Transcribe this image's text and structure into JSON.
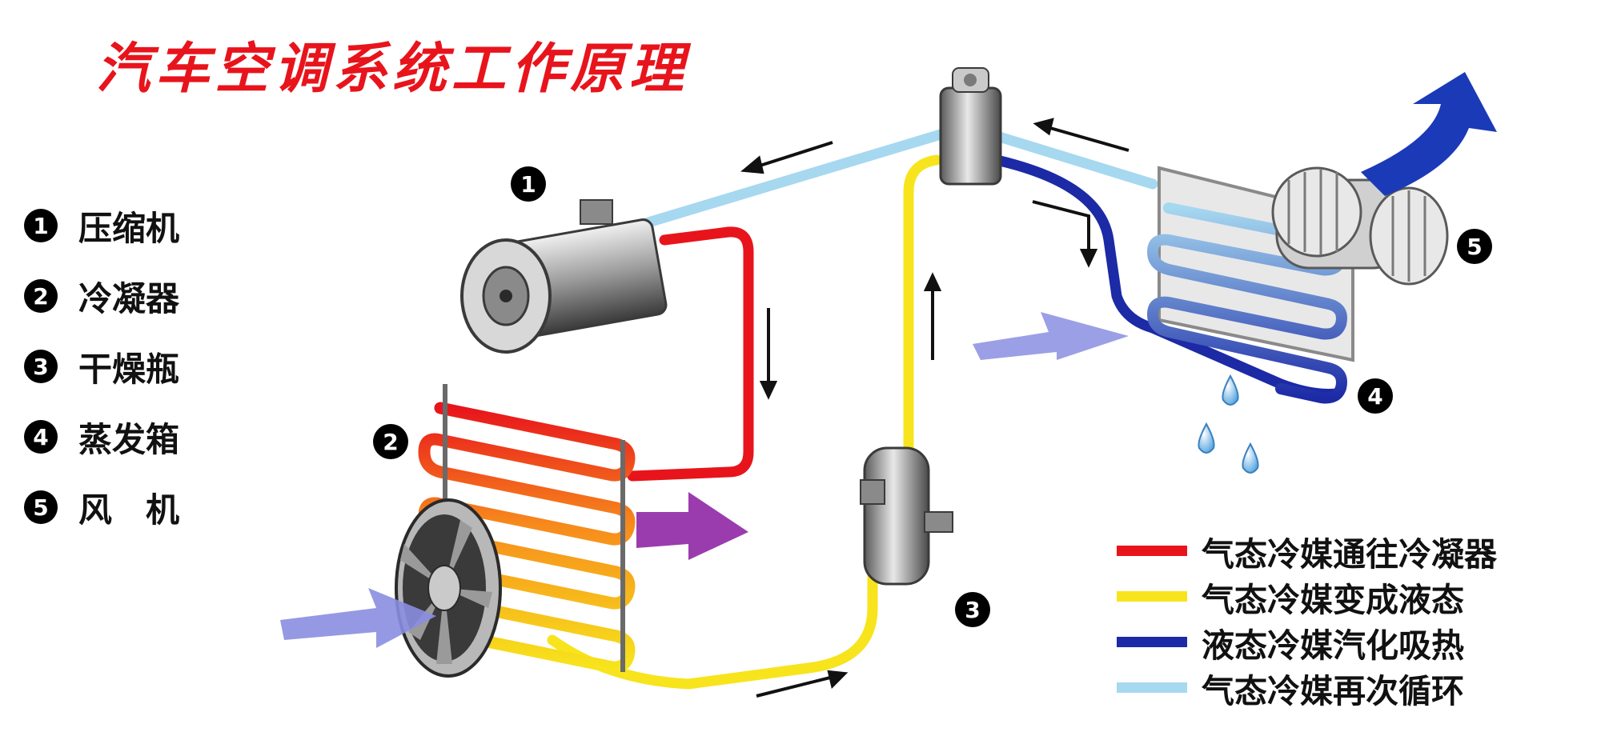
{
  "title": "汽车空调系统工作原理",
  "components": [
    {
      "num": "1",
      "label": "压缩机"
    },
    {
      "num": "2",
      "label": "冷凝器"
    },
    {
      "num": "3",
      "label": "干燥瓶"
    },
    {
      "num": "4",
      "label": "蒸发箱"
    },
    {
      "num": "5",
      "label": "风　机"
    }
  ],
  "legend": [
    {
      "label": "气态冷媒通往冷凝器",
      "color": "#e8141c"
    },
    {
      "label": "气态冷媒变成液态",
      "color": "#f7e41c"
    },
    {
      "label": "液态冷媒汽化吸热",
      "color": "#1c2aa6"
    },
    {
      "label": "气态冷媒再次循环",
      "color": "#a6d8f0"
    }
  ],
  "colors": {
    "title": "#e8141c",
    "hot_gas": "#e8141c",
    "liquid": "#f7e41c",
    "cold_liquid": "#1c2aa6",
    "return_gas": "#a6d8f0",
    "airflow_in": "#8a8ee0",
    "airflow_hot": "#8a1aa0",
    "airflow_cold": "#1a3ab8",
    "metal": "#8a8a8a"
  }
}
